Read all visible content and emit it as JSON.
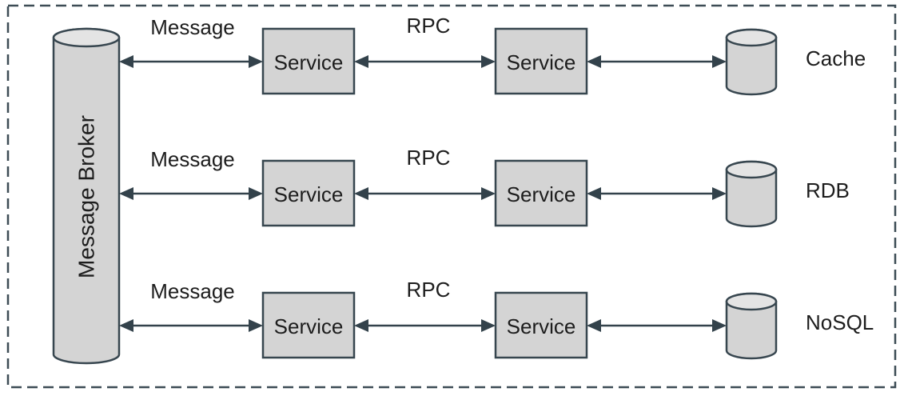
{
  "diagram": {
    "broker_label": "Message Broker",
    "rows": [
      {
        "channel_label": "Message",
        "call_label": "RPC",
        "service_a": "Service",
        "service_b": "Service",
        "datastore": "Cache"
      },
      {
        "channel_label": "Message",
        "call_label": "RPC",
        "service_a": "Service",
        "service_b": "Service",
        "datastore": "RDB"
      },
      {
        "channel_label": "Message",
        "call_label": "RPC",
        "service_a": "Service",
        "service_b": "Service",
        "datastore": "NoSQL"
      }
    ],
    "colors": {
      "shape_fill": "#d4d4d4",
      "cylinder_top_fill": "#e4e4e4",
      "stroke": "#37464f",
      "boundary_stroke": "#3d4c55",
      "text": "#1d1d1d",
      "background": "#ffffff"
    }
  }
}
